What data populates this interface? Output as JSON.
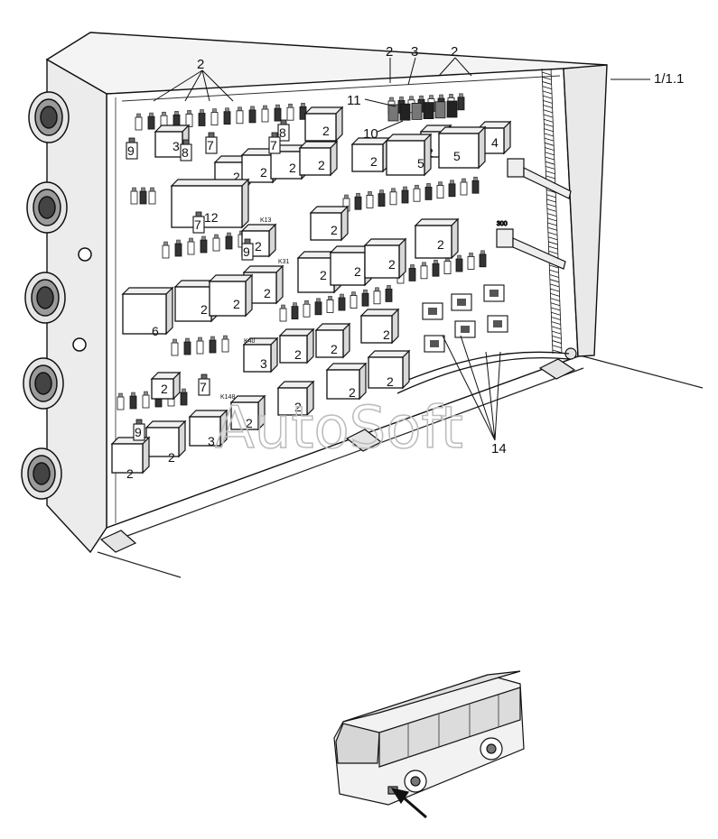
{
  "callouts": {
    "ref_id": "1/1.1",
    "top_left": "2",
    "top_mid_a": "2",
    "top_mid_b": "3",
    "top_mid_c": "2",
    "label_11": "11",
    "label_10": "10",
    "label_14": "14"
  },
  "relays": [
    {
      "label": "3"
    },
    {
      "label": "2"
    },
    {
      "label": "2"
    },
    {
      "label": "4"
    },
    {
      "label": "2"
    },
    {
      "label": "2"
    },
    {
      "label": "2"
    },
    {
      "label": "2"
    },
    {
      "label": "2"
    },
    {
      "label": "5"
    },
    {
      "label": "5"
    },
    {
      "label": "12"
    },
    {
      "label": "2"
    },
    {
      "label": "2"
    },
    {
      "label": "2"
    },
    {
      "label": "2"
    },
    {
      "label": "2"
    },
    {
      "label": "2"
    },
    {
      "label": "2"
    },
    {
      "label": "6"
    },
    {
      "label": "2"
    },
    {
      "label": "2"
    },
    {
      "label": "2"
    },
    {
      "label": "2"
    },
    {
      "label": "2"
    },
    {
      "label": "3"
    },
    {
      "label": "2"
    },
    {
      "label": "2"
    },
    {
      "label": "2"
    },
    {
      "label": "3"
    },
    {
      "label": "2"
    },
    {
      "label": "2"
    },
    {
      "label": "2"
    },
    {
      "label": "2"
    }
  ],
  "fuses": [
    {
      "label": "9"
    },
    {
      "label": "7"
    },
    {
      "label": "8"
    },
    {
      "label": "9"
    },
    {
      "label": "7"
    },
    {
      "label": "9"
    },
    {
      "label": "7"
    },
    {
      "label": "8"
    },
    {
      "label": "7"
    }
  ],
  "board_marks": {
    "k13": "K13",
    "k31": "K31",
    "k40": "K40",
    "k148": "K148",
    "mark_300": "300"
  },
  "watermark": "AutoSoft"
}
